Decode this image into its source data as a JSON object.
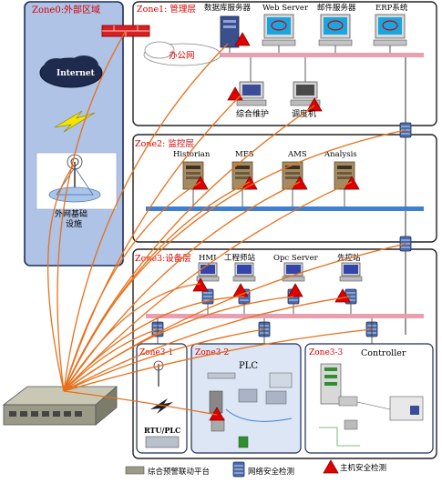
{
  "zones": {
    "zone0": "Zone0:外部区域",
    "zone1": "Zone1: 管理层",
    "zone2": "Zone2: 监控层",
    "zone3": "Zone3:设备层",
    "zone3_1": "Zone3-1",
    "zone3_2": "Zone3-2",
    "zone3_3": "Zone3-3"
  },
  "zone0_items": {
    "internet": "Internet",
    "external_infra_line1": "外网基础",
    "external_infra_line2": "设施"
  },
  "zone1_items": {
    "db_server": "数据库服务器",
    "web_server": "Web Server",
    "mail_server": "邮件服务器",
    "erp": "ERP系统",
    "office_net": "办公网",
    "maintenance": "综合维护",
    "dispatcher": "调度机"
  },
  "zone2_items": {
    "historian": "Historian",
    "mes": "MES",
    "ams": "AMS",
    "analysis": "Analysis"
  },
  "zone3_items": {
    "hmi": "HMI",
    "engineer_station": "工程师站",
    "opc_server": "Opc Server",
    "advanced_control": "先控站"
  },
  "subzone_items": {
    "rtu_plc": "RTU/PLC",
    "plc": "PLC",
    "controller": "Controller"
  },
  "legend": {
    "platform": "综合预警联动平台",
    "network_detect": "网络安全检测",
    "host_detect": "主机安全检测"
  },
  "colors": {
    "zone0_bg": "#aec3e6",
    "zone_label": "#d40000",
    "lan_bus": "#e8a0b0",
    "zone2_bus": "#3f7fd2",
    "link_orange": "#e8701a",
    "firewall": "#d92020",
    "alert_triangle": "#e00000"
  }
}
